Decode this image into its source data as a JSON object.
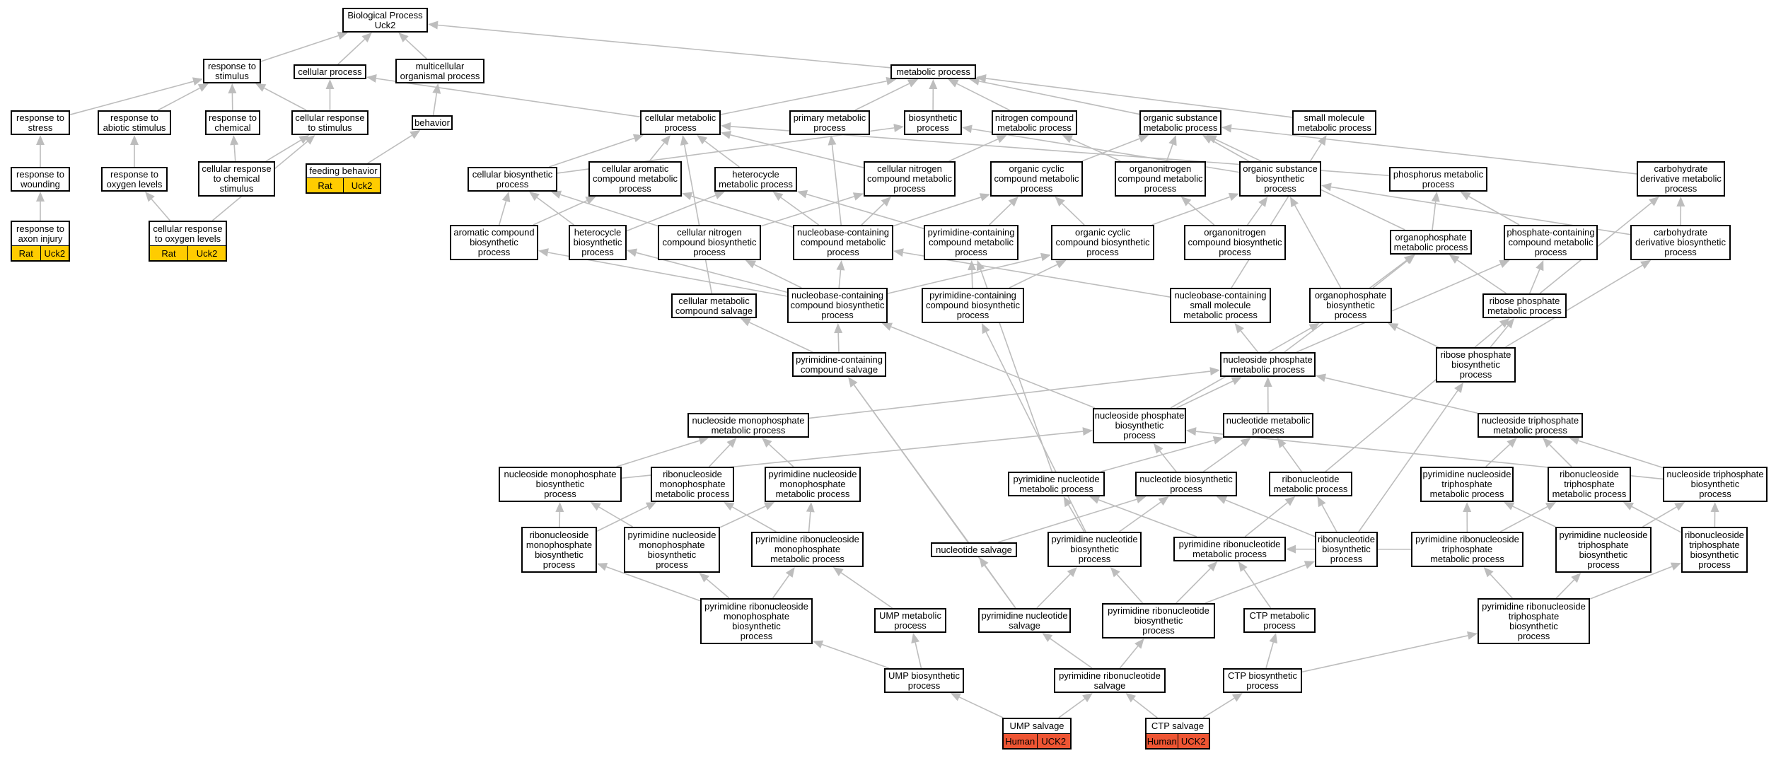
{
  "colors": {
    "rat": "#ffcc00",
    "human": "#ee5533",
    "edge": "#bdbdbd"
  },
  "nodes": [
    {
      "id": "bp",
      "label": "Biological Process\nUck2"
    },
    {
      "id": "resp_stim",
      "label": "response to\nstimulus"
    },
    {
      "id": "cell_proc",
      "label": "cellular process"
    },
    {
      "id": "multi",
      "label": "multicellular\norganismal process"
    },
    {
      "id": "meta",
      "label": "metabolic process"
    },
    {
      "id": "resp_stress",
      "label": "response to\nstress"
    },
    {
      "id": "resp_abiotic",
      "label": "response to\nabiotic stimulus"
    },
    {
      "id": "resp_chem",
      "label": "response to\nchemical"
    },
    {
      "id": "cell_resp_stim",
      "label": "cellular response\nto stimulus"
    },
    {
      "id": "behavior",
      "label": "behavior"
    },
    {
      "id": "cell_meta",
      "label": "cellular metabolic\nprocess"
    },
    {
      "id": "prim_meta",
      "label": "primary metabolic\nprocess"
    },
    {
      "id": "biosyn",
      "label": "biosynthetic\nprocess"
    },
    {
      "id": "nitro_cmp",
      "label": "nitrogen compound\nmetabolic process"
    },
    {
      "id": "org_sub",
      "label": "organic substance\nmetabolic process"
    },
    {
      "id": "small_mol",
      "label": "small molecule\nmetabolic process"
    },
    {
      "id": "resp_wound",
      "label": "response to\nwounding"
    },
    {
      "id": "resp_oxy",
      "label": "response to\noxygen levels"
    },
    {
      "id": "cell_resp_chem",
      "label": "cellular response\nto chemical\nstimulus"
    },
    {
      "id": "feeding",
      "label": "feeding behavior",
      "badges": [
        {
          "text": "Rat",
          "kind": "rat"
        },
        {
          "text": "Uck2",
          "kind": "rat"
        }
      ]
    },
    {
      "id": "cell_biosyn",
      "label": "cellular biosynthetic\nprocess"
    },
    {
      "id": "cell_arom",
      "label": "cellular aromatic\ncompound metabolic\nprocess"
    },
    {
      "id": "hetero",
      "label": "heterocycle\nmetabolic process"
    },
    {
      "id": "cell_nitro",
      "label": "cellular nitrogen\ncompound metabolic\nprocess"
    },
    {
      "id": "org_cyc",
      "label": "organic cyclic\ncompound metabolic\nprocess"
    },
    {
      "id": "organonitro",
      "label": "organonitrogen\ncompound metabolic\nprocess"
    },
    {
      "id": "org_sub_bios",
      "label": "organic substance\nbiosynthetic\nprocess"
    },
    {
      "id": "phosph",
      "label": "phosphorus metabolic\nprocess"
    },
    {
      "id": "carb_deriv",
      "label": "carbohydrate\nderivative metabolic\nprocess"
    },
    {
      "id": "axon",
      "label": "response to\naxon injury",
      "badges": [
        {
          "text": "Rat",
          "kind": "rat"
        },
        {
          "text": "Uck2",
          "kind": "rat"
        }
      ]
    },
    {
      "id": "cell_resp_oxy",
      "label": "cellular response\nto oxygen levels",
      "badges": [
        {
          "text": "Rat",
          "kind": "rat"
        },
        {
          "text": "Uck2",
          "kind": "rat"
        }
      ]
    },
    {
      "id": "arom_bios",
      "label": "aromatic compound\nbiosynthetic\nprocess"
    },
    {
      "id": "hetero_bios",
      "label": "heterocycle\nbiosynthetic\nprocess"
    },
    {
      "id": "cell_nitro_bios",
      "label": "cellular nitrogen\ncompound biosynthetic\nprocess"
    },
    {
      "id": "nb_meta",
      "label": "nucleobase-containing\ncompound metabolic\nprocess"
    },
    {
      "id": "pyr_cmp_meta",
      "label": "pyrimidine-containing\ncompound metabolic\nprocess"
    },
    {
      "id": "org_cyc_bios",
      "label": "organic cyclic\ncompound biosynthetic\nprocess"
    },
    {
      "id": "organonitro_bios",
      "label": "organonitrogen\ncompound biosynthetic\nprocess"
    },
    {
      "id": "orgphos_meta",
      "label": "organophosphate\nmetabolic process"
    },
    {
      "id": "phos_cmp_meta",
      "label": "phosphate-containing\ncompound metabolic\nprocess"
    },
    {
      "id": "carb_deriv_bios",
      "label": "carbohydrate\nderivative biosynthetic\nprocess"
    },
    {
      "id": "cell_meta_salv",
      "label": "cellular metabolic\ncompound salvage"
    },
    {
      "id": "nb_bios",
      "label": "nucleobase-containing\ncompound biosynthetic\nprocess"
    },
    {
      "id": "pyr_cmp_bios",
      "label": "pyrimidine-containing\ncompound biosynthetic\nprocess"
    },
    {
      "id": "nb_small",
      "label": "nucleobase-containing\nsmall molecule\nmetabolic process"
    },
    {
      "id": "orgphos_bios",
      "label": "organophosphate\nbiosynthetic\nprocess"
    },
    {
      "id": "ribose_meta",
      "label": "ribose phosphate\nmetabolic process"
    },
    {
      "id": "pyr_salv",
      "label": "pyrimidine-containing\ncompound salvage"
    },
    {
      "id": "nsp_meta",
      "label": "nucleoside phosphate\nmetabolic process"
    },
    {
      "id": "ribose_bios",
      "label": "ribose phosphate\nbiosynthetic\nprocess"
    },
    {
      "id": "nmp_meta",
      "label": "nucleoside monophosphate\nmetabolic process"
    },
    {
      "id": "nsp_bios",
      "label": "nucleoside phosphate\nbiosynthetic\nprocess"
    },
    {
      "id": "nucleotide_meta",
      "label": "nucleotide metabolic\nprocess"
    },
    {
      "id": "ntp_meta",
      "label": "nucleoside triphosphate\nmetabolic process"
    },
    {
      "id": "nmp_bios",
      "label": "nucleoside monophosphate\nbiosynthetic\nprocess"
    },
    {
      "id": "rnmp_meta",
      "label": "ribonucleoside\nmonophosphate\nmetabolic process"
    },
    {
      "id": "pnmp_meta",
      "label": "pyrimidine nucleoside\nmonophosphate\nmetabolic process"
    },
    {
      "id": "pnt_meta",
      "label": "pyrimidine nucleotide\nmetabolic process"
    },
    {
      "id": "nt_bios",
      "label": "nucleotide biosynthetic\nprocess"
    },
    {
      "id": "rnt_meta",
      "label": "ribonucleotide\nmetabolic process"
    },
    {
      "id": "pntp_meta",
      "label": "pyrimidine nucleoside\ntriphosphate\nmetabolic process"
    },
    {
      "id": "rntp_meta",
      "label": "ribonucleoside\ntriphosphate\nmetabolic process"
    },
    {
      "id": "ntp_bios",
      "label": "nucleoside triphosphate\nbiosynthetic\nprocess"
    },
    {
      "id": "rnmp_bios",
      "label": "ribonucleoside\nmonophosphate\nbiosynthetic\nprocess"
    },
    {
      "id": "pnmp_bios",
      "label": "pyrimidine nucleoside\nmonophosphate\nbiosynthetic\nprocess"
    },
    {
      "id": "prnmp_meta",
      "label": "pyrimidine ribonucleoside\nmonophosphate\nmetabolic process"
    },
    {
      "id": "nt_salv",
      "label": "nucleotide salvage"
    },
    {
      "id": "pnt_bios",
      "label": "pyrimidine nucleotide\nbiosynthetic\nprocess"
    },
    {
      "id": "prnt_meta",
      "label": "pyrimidine ribonucleotide\nmetabolic process"
    },
    {
      "id": "rnt_bios",
      "label": "ribonucleotide\nbiosynthetic\nprocess"
    },
    {
      "id": "prntp_meta",
      "label": "pyrimidine ribonucleoside\ntriphosphate\nmetabolic process"
    },
    {
      "id": "pntp_bios",
      "label": "pyrimidine nucleoside\ntriphosphate\nbiosynthetic\nprocess"
    },
    {
      "id": "rntp_bios",
      "label": "ribonucleoside\ntriphosphate\nbiosynthetic\nprocess"
    },
    {
      "id": "prnmp_bios",
      "label": "pyrimidine ribonucleoside\nmonophosphate\nbiosynthetic\nprocess"
    },
    {
      "id": "ump_meta",
      "label": "UMP metabolic\nprocess"
    },
    {
      "id": "pns_salv",
      "label": "pyrimidine nucleotide\nsalvage"
    },
    {
      "id": "prnt_bios",
      "label": "pyrimidine ribonucleotide\nbiosynthetic\nprocess"
    },
    {
      "id": "ctp_meta",
      "label": "CTP metabolic\nprocess"
    },
    {
      "id": "prntp_bios",
      "label": "pyrimidine ribonucleoside\ntriphosphate\nbiosynthetic\nprocess"
    },
    {
      "id": "ump_bios",
      "label": "UMP biosynthetic\nprocess"
    },
    {
      "id": "prnt_salv",
      "label": "pyrimidine ribonucleotide\nsalvage"
    },
    {
      "id": "ctp_bios",
      "label": "CTP biosynthetic\nprocess"
    },
    {
      "id": "ump_salv",
      "label": "UMP salvage",
      "badges": [
        {
          "text": "Human",
          "kind": "human"
        },
        {
          "text": "UCK2",
          "kind": "human"
        }
      ]
    },
    {
      "id": "ctp_salv",
      "label": "CTP salvage",
      "badges": [
        {
          "text": "Human",
          "kind": "human"
        },
        {
          "text": "UCK2",
          "kind": "human"
        }
      ]
    }
  ],
  "edges": [
    [
      "resp_stim",
      "bp"
    ],
    [
      "cell_proc",
      "bp"
    ],
    [
      "multi",
      "bp"
    ],
    [
      "meta",
      "bp"
    ],
    [
      "resp_stress",
      "resp_stim"
    ],
    [
      "resp_abiotic",
      "resp_stim"
    ],
    [
      "resp_chem",
      "resp_stim"
    ],
    [
      "cell_resp_stim",
      "resp_stim"
    ],
    [
      "cell_resp_stim",
      "cell_proc"
    ],
    [
      "behavior",
      "multi"
    ],
    [
      "cell_meta",
      "cell_proc"
    ],
    [
      "cell_meta",
      "meta"
    ],
    [
      "prim_meta",
      "meta"
    ],
    [
      "biosyn",
      "meta"
    ],
    [
      "nitro_cmp",
      "meta"
    ],
    [
      "org_sub",
      "meta"
    ],
    [
      "small_mol",
      "meta"
    ],
    [
      "resp_wound",
      "resp_stress"
    ],
    [
      "resp_oxy",
      "resp_abiotic"
    ],
    [
      "cell_resp_chem",
      "resp_chem"
    ],
    [
      "cell_resp_chem",
      "cell_resp_stim"
    ],
    [
      "feeding",
      "behavior"
    ],
    [
      "axon",
      "resp_wound"
    ],
    [
      "cell_resp_oxy",
      "resp_oxy"
    ],
    [
      "cell_resp_oxy",
      "cell_resp_stim"
    ],
    [
      "cell_biosyn",
      "cell_meta"
    ],
    [
      "cell_biosyn",
      "biosyn"
    ],
    [
      "cell_arom",
      "cell_meta"
    ],
    [
      "hetero",
      "cell_meta"
    ],
    [
      "cell_nitro",
      "cell_meta"
    ],
    [
      "cell_nitro",
      "nitro_cmp"
    ],
    [
      "org_cyc",
      "org_sub"
    ],
    [
      "organonitro",
      "org_sub"
    ],
    [
      "organonitro",
      "nitro_cmp"
    ],
    [
      "org_sub_bios",
      "org_sub"
    ],
    [
      "org_sub_bios",
      "biosyn"
    ],
    [
      "phosph",
      "cell_meta"
    ],
    [
      "carb_deriv",
      "org_sub"
    ],
    [
      "arom_bios",
      "cell_arom"
    ],
    [
      "arom_bios",
      "cell_biosyn"
    ],
    [
      "hetero_bios",
      "hetero"
    ],
    [
      "hetero_bios",
      "cell_biosyn"
    ],
    [
      "cell_nitro_bios",
      "cell_nitro"
    ],
    [
      "cell_nitro_bios",
      "cell_biosyn"
    ],
    [
      "nb_meta",
      "cell_arom"
    ],
    [
      "nb_meta",
      "hetero"
    ],
    [
      "nb_meta",
      "cell_nitro"
    ],
    [
      "nb_meta",
      "org_cyc"
    ],
    [
      "nb_meta",
      "prim_meta"
    ],
    [
      "pyr_cmp_meta",
      "hetero"
    ],
    [
      "pyr_cmp_meta",
      "org_cyc"
    ],
    [
      "org_cyc_bios",
      "org_cyc"
    ],
    [
      "org_cyc_bios",
      "org_sub_bios"
    ],
    [
      "organonitro_bios",
      "organonitro"
    ],
    [
      "organonitro_bios",
      "org_sub_bios"
    ],
    [
      "orgphos_meta",
      "phosph"
    ],
    [
      "orgphos_meta",
      "org_sub"
    ],
    [
      "phos_cmp_meta",
      "phosph"
    ],
    [
      "carb_deriv_bios",
      "carb_deriv"
    ],
    [
      "carb_deriv_bios",
      "org_sub_bios"
    ],
    [
      "cell_meta_salv",
      "cell_meta"
    ],
    [
      "nb_bios",
      "nb_meta"
    ],
    [
      "nb_bios",
      "arom_bios"
    ],
    [
      "nb_bios",
      "hetero_bios"
    ],
    [
      "nb_bios",
      "cell_nitro_bios"
    ],
    [
      "nb_bios",
      "org_cyc_bios"
    ],
    [
      "pyr_cmp_bios",
      "pyr_cmp_meta"
    ],
    [
      "pyr_cmp_bios",
      "org_cyc_bios"
    ],
    [
      "nb_small",
      "nb_meta"
    ],
    [
      "nb_small",
      "small_mol"
    ],
    [
      "orgphos_bios",
      "orgphos_meta"
    ],
    [
      "orgphos_bios",
      "org_sub_bios"
    ],
    [
      "ribose_meta",
      "phos_cmp_meta"
    ],
    [
      "ribose_meta",
      "carb_deriv"
    ],
    [
      "ribose_meta",
      "orgphos_meta"
    ],
    [
      "pyr_salv",
      "cell_meta_salv"
    ],
    [
      "pyr_salv",
      "nb_bios"
    ],
    [
      "nsp_meta",
      "nb_small"
    ],
    [
      "nsp_meta",
      "phos_cmp_meta"
    ],
    [
      "nsp_meta",
      "orgphos_meta"
    ],
    [
      "ribose_bios",
      "ribose_meta"
    ],
    [
      "ribose_bios",
      "orgphos_bios"
    ],
    [
      "ribose_bios",
      "carb_deriv_bios"
    ],
    [
      "nmp_meta",
      "nsp_meta"
    ],
    [
      "nsp_bios",
      "nsp_meta"
    ],
    [
      "nsp_bios",
      "nb_bios"
    ],
    [
      "nsp_bios",
      "orgphos_bios"
    ],
    [
      "nucleotide_meta",
      "nsp_meta"
    ],
    [
      "ntp_meta",
      "nsp_meta"
    ],
    [
      "nmp_bios",
      "nmp_meta"
    ],
    [
      "nmp_bios",
      "nsp_bios"
    ],
    [
      "rnmp_meta",
      "nmp_meta"
    ],
    [
      "pnmp_meta",
      "nmp_meta"
    ],
    [
      "pnt_meta",
      "nucleotide_meta"
    ],
    [
      "pnt_meta",
      "pyr_cmp_meta"
    ],
    [
      "nt_bios",
      "nucleotide_meta"
    ],
    [
      "nt_bios",
      "nsp_bios"
    ],
    [
      "rnt_meta",
      "nucleotide_meta"
    ],
    [
      "rnt_meta",
      "ribose_meta"
    ],
    [
      "pntp_meta",
      "ntp_meta"
    ],
    [
      "rntp_meta",
      "ntp_meta"
    ],
    [
      "ntp_bios",
      "ntp_meta"
    ],
    [
      "ntp_bios",
      "nsp_bios"
    ],
    [
      "rnmp_bios",
      "rnmp_meta"
    ],
    [
      "rnmp_bios",
      "nmp_bios"
    ],
    [
      "pnmp_bios",
      "pnmp_meta"
    ],
    [
      "pnmp_bios",
      "nmp_bios"
    ],
    [
      "prnmp_meta",
      "rnmp_meta"
    ],
    [
      "prnmp_meta",
      "pnmp_meta"
    ],
    [
      "nt_salv",
      "nt_bios"
    ],
    [
      "nt_salv",
      "pyr_salv"
    ],
    [
      "pnt_bios",
      "pnt_meta"
    ],
    [
      "pnt_bios",
      "nt_bios"
    ],
    [
      "pnt_bios",
      "pyr_cmp_bios"
    ],
    [
      "prnt_meta",
      "pnt_meta"
    ],
    [
      "prnt_meta",
      "rnt_meta"
    ],
    [
      "rnt_bios",
      "rnt_meta"
    ],
    [
      "rnt_bios",
      "nt_bios"
    ],
    [
      "rnt_bios",
      "ribose_bios"
    ],
    [
      "prntp_meta",
      "pntp_meta"
    ],
    [
      "prntp_meta",
      "rntp_meta"
    ],
    [
      "prntp_meta",
      "prnt_meta"
    ],
    [
      "pntp_bios",
      "pntp_meta"
    ],
    [
      "pntp_bios",
      "ntp_bios"
    ],
    [
      "rntp_bios",
      "rntp_meta"
    ],
    [
      "rntp_bios",
      "ntp_bios"
    ],
    [
      "prnmp_bios",
      "prnmp_meta"
    ],
    [
      "prnmp_bios",
      "pnmp_bios"
    ],
    [
      "prnmp_bios",
      "rnmp_bios"
    ],
    [
      "ump_meta",
      "prnmp_meta"
    ],
    [
      "pns_salv",
      "nt_salv"
    ],
    [
      "pns_salv",
      "pnt_bios"
    ],
    [
      "pns_salv",
      "pyr_salv"
    ],
    [
      "prnt_bios",
      "prnt_meta"
    ],
    [
      "prnt_bios",
      "pnt_bios"
    ],
    [
      "prnt_bios",
      "rnt_bios"
    ],
    [
      "ctp_meta",
      "prnt_meta"
    ],
    [
      "prntp_bios",
      "prntp_meta"
    ],
    [
      "prntp_bios",
      "pntp_bios"
    ],
    [
      "prntp_bios",
      "rntp_bios"
    ],
    [
      "ump_bios",
      "ump_meta"
    ],
    [
      "ump_bios",
      "prnmp_bios"
    ],
    [
      "prnt_salv",
      "pns_salv"
    ],
    [
      "prnt_salv",
      "prnt_bios"
    ],
    [
      "ctp_bios",
      "ctp_meta"
    ],
    [
      "ctp_bios",
      "prntp_bios"
    ],
    [
      "ump_salv",
      "ump_bios"
    ],
    [
      "ump_salv",
      "prnt_salv"
    ],
    [
      "ctp_salv",
      "ctp_bios"
    ],
    [
      "ctp_salv",
      "prnt_salv"
    ]
  ]
}
